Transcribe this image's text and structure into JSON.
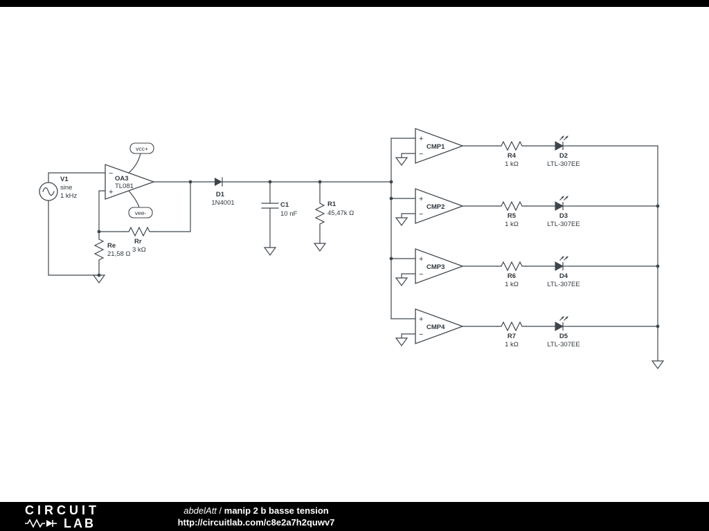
{
  "colors": {
    "schematic_stroke": "#3e464d",
    "background": "#ffffff",
    "bar_background": "#000000",
    "bar_text": "#ffffff"
  },
  "glyphs": {
    "plus": "+",
    "minus": "−"
  },
  "schematic": {
    "v1": {
      "name": "V1",
      "kind": "sine",
      "value": "1 kHz"
    },
    "oa3": {
      "name": "OA3",
      "model": "TL081",
      "vcc": "vcc+",
      "vee": "vee-"
    },
    "re": {
      "name": "Re",
      "value": "21,58 Ω"
    },
    "rr": {
      "name": "Rr",
      "value": "3 kΩ"
    },
    "d1": {
      "name": "D1",
      "model": "1N4001"
    },
    "c1": {
      "name": "C1",
      "value": "10 nF"
    },
    "r1": {
      "name": "R1",
      "value": "45,47k Ω"
    },
    "rows": [
      {
        "cmp": "CMP1",
        "res_name": "R4",
        "res_value": "1 kΩ",
        "led_name": "D2",
        "led_model": "LTL-307EE"
      },
      {
        "cmp": "CMP2",
        "res_name": "R5",
        "res_value": "1 kΩ",
        "led_name": "D3",
        "led_model": "LTL-307EE"
      },
      {
        "cmp": "CMP3",
        "res_name": "R6",
        "res_value": "1 kΩ",
        "led_name": "D4",
        "led_model": "LTL-307EE"
      },
      {
        "cmp": "CMP4",
        "res_name": "R7",
        "res_value": "1 kΩ",
        "led_name": "D5",
        "led_model": "LTL-307EE"
      }
    ]
  },
  "footer": {
    "logo_circuit": "CIRCUIT",
    "logo_lab": "LAB",
    "author": "abdelAtt",
    "separator": " / ",
    "title": "manip 2 b basse tension",
    "url": "http://circuitlab.com/c8e2a7h2quwv7"
  }
}
